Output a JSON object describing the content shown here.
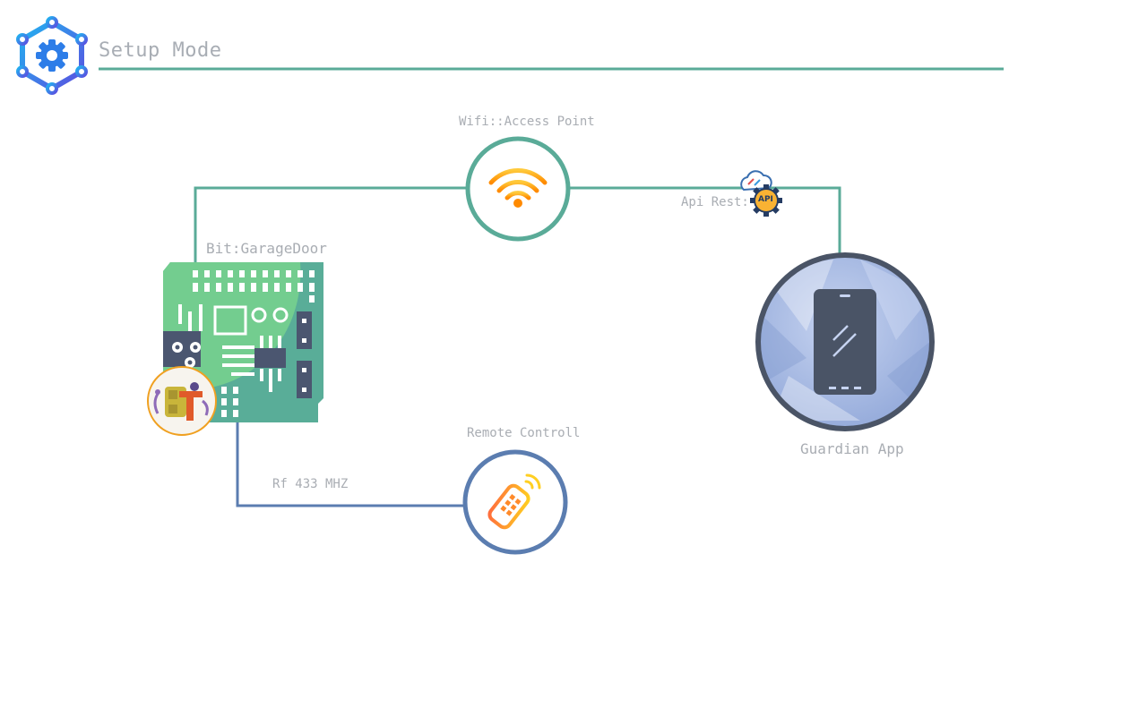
{
  "header": {
    "title": "Setup Mode",
    "icon": "setup-gear-icon"
  },
  "nodes": {
    "wifi": {
      "label": "Wifi::Access Point",
      "icon": "wifi-icon"
    },
    "device": {
      "label": "Bit:GarageDoor",
      "icon": "circuit-board-icon"
    },
    "remote": {
      "label": "Remote Controll",
      "icon": "remote-control-icon"
    },
    "app": {
      "label": "Guardian App",
      "icon": "smartphone-icon"
    }
  },
  "links": {
    "api": {
      "label": "Api Rest:",
      "badge": "API"
    },
    "rf": {
      "label": "Rf 433 MHZ"
    }
  },
  "colors": {
    "teal_line": "#5aab98",
    "blue_line": "#5b7db0",
    "phone_ring": "#4a5466",
    "text_gray": "#a9adb3"
  }
}
